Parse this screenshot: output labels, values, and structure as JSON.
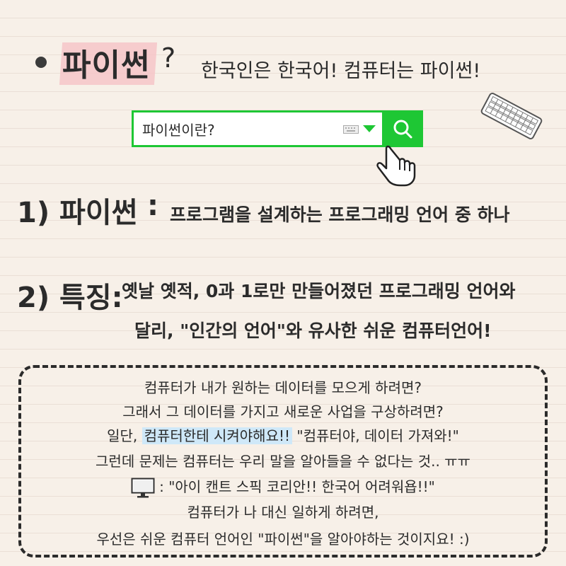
{
  "header": {
    "title": "파이썬",
    "question_mark": "?",
    "subtitle": "한국인은 한국어! 컴퓨터는 파이썬!"
  },
  "search": {
    "query": "파이썬이란?",
    "accent_color": "#1ec734",
    "icons": [
      "keyboard-icon",
      "dropdown-arrow-icon",
      "search-icon",
      "pointer-hand-icon"
    ]
  },
  "section1": {
    "number": "1) 파이썬",
    "colon": ":",
    "definition": "프로그램을 설계하는 프로그래밍 언어 중 하나"
  },
  "section2": {
    "number": "2) 특징:",
    "line1": "옛날 옛적, 0과 1로만 만들어졌던 프로그래밍 언어와",
    "line2": "달리, \"인간의 언어\"와 유사한 쉬운 컴퓨터언어!"
  },
  "box": {
    "line1": "컴퓨터가 내가 원하는 데이터를 모으게 하려면?",
    "line2": "그래서 그 데이터를 가지고 새로운 사업을 구상하려면?",
    "line3_pre": "일단, ",
    "line3_highlight": "컴퓨터한테 시켜야해요!!",
    "line3_post": " \"컴퓨터야, 데이터 가져와!\"",
    "line4": "그런데 문제는 컴퓨터는 우리 말을 알아들을 수 없다는 것.. ㅠㅠ",
    "line5": ":  \"아이 캔트 스픽 코리안!! 한국어 어려워욥!!\"",
    "line6": "컴퓨터가 나 대신 일하게 하려면,",
    "line7": "우선은 쉬운 컴퓨터 언어인 \"파이썬\"을 알아야하는 것이지요! :)",
    "highlight_color": "#cfe8f8"
  }
}
